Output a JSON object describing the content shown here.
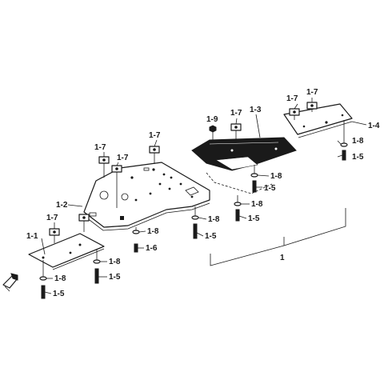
{
  "labels": {
    "assembly": "1",
    "plate_front_left": "1-1",
    "plate_main": "1-2",
    "plate_top": "1-3",
    "plate_right": "1-4",
    "bolt": "1-5",
    "bolt_short": "1-6",
    "clip_nut": "1-7",
    "washer": "1-8",
    "nut": "1-9"
  }
}
